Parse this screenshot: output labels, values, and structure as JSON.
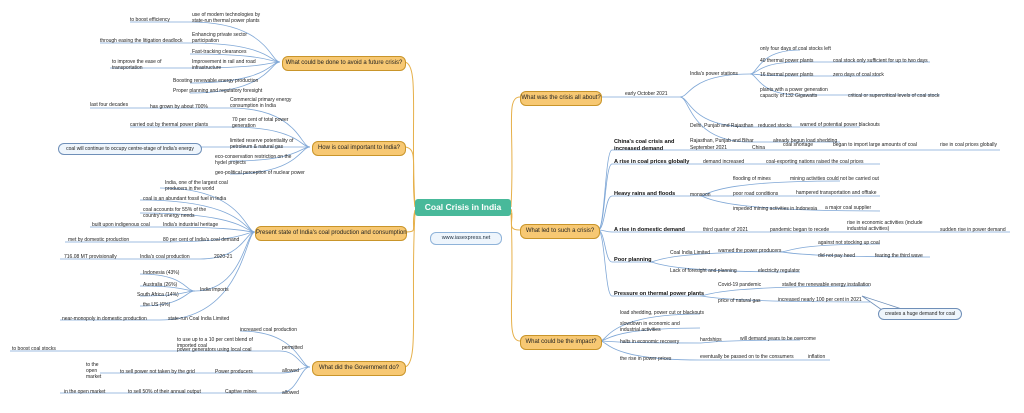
{
  "center_title": "Coal Crisis in India",
  "website": "www.iasexpress.net",
  "topics": {
    "future_crisis": "What could be done to avoid a future crisis?",
    "importance": "How is coal important to India?",
    "present_state": "Present state of India's coal production and consumption",
    "government": "What did the Government do?",
    "crisis": "What was the crisis all about?",
    "causes": "What led to such a crisis?",
    "impact": "What could be the impact?"
  },
  "future": {
    "modern_tech": "use of modern technologies by state-run thermal power plants",
    "efficiency": "to boost efficiency",
    "private_sector": "Enhancing private sector participation",
    "litigation": "through easing the litigation deadlock",
    "fast_track": "Fast-tracking clearances",
    "rail_road": "Improvement in rail and road infrastructure",
    "transportation": "to improve the ease of transportation",
    "renewable": "Boosting renewable energy production",
    "planning": "Proper planning and regulatory foresight"
  },
  "importance": {
    "primary_energy": "Commercial primary energy consumption in India",
    "grown": "has grown by about 700%",
    "four_decades": "last four decades",
    "seventy": "70 per cent of total power generation",
    "thermal": "carried out by thermal power plants",
    "limited": "limited reserve potentiality of petroleum & natural gas",
    "centre_stage": "coal will continue to occupy centre-stage of India's energy",
    "eco": "eco-conservation restriction on the hydel projects",
    "geo": "geo-political perception of nuclear power"
  },
  "present": {
    "largest": "India, one of the largest coal producers in the world",
    "abundant": "coal is an abundant fossil fuel in India",
    "fifty_five": "coal accounts for 55% of the country's energy needs",
    "heritage": "India's industrial heritage",
    "indigenous": "built upon indigenous coal",
    "eighty": "80 per cent of India's coal demand",
    "domestic": "met by domestic production",
    "production": "India's coal production",
    "year": "2020-21",
    "mt": "716.08 MT provisionally",
    "indonesia": "Indonesia (43%)",
    "australia": "Australia (26%)",
    "south_africa": "South Africa (14%)",
    "us": "the US (6%)",
    "imports": "India imports",
    "state_run": "state-run Coal India Limited",
    "monopoly": "near-monopoly in domestic production"
  },
  "government": {
    "increased": "increased coal production",
    "blend": "to use up to a 10 per cent blend of imported coal",
    "permitted": "permitted",
    "generators": "power generators using local coal",
    "boost_stocks": "to boost coal stocks",
    "open_market": "to the open market",
    "sell_power": "to sell power not taken by the grid",
    "allowed": "allowed",
    "producers": "Power producers",
    "fifty_percent": "to sell 50% of their annual output",
    "in_open": "in the open market",
    "allowed2": "allowed",
    "captive": "Captive mines"
  },
  "crisis": {
    "october": "early October 2021",
    "stations": "India's power stations",
    "four_days": "only four days of coal stocks left",
    "forty": "40 thermal power plants",
    "sufficient": "coal stock only sufficient for up to two days",
    "sixteen": "16 thermal power plants",
    "zero": "zero days of coal stock",
    "plants_132": "plants with a power generation capacity of 132 Gigawatts",
    "critical": "critical or supercritical levels of coal stock",
    "delhi": "Delhi, Punjab and Rajasthan",
    "reduced": "reduced stocks",
    "warned": "warned of potential power blackouts",
    "rajasthan": "Rajasthan, Punjab and Bihar",
    "load_shedding": "already begun load shedding"
  },
  "causes": {
    "china_head": "China's coal crisis and increased demand",
    "september": "September 2021",
    "china": "China",
    "shortage": "coal shortage",
    "import": "began to import large amounts of coal",
    "rise_global": "rise in coal prices globally",
    "prices_head": "A rise in coal prices globally",
    "demand_increased": "demand increased",
    "exporting": "coal-exporting nations raised the coal prices",
    "rains_head": "Heavy rains and floods",
    "monsoon": "monsoon",
    "flooding": "flooding of mines",
    "mining": "mining activities could not be carried out",
    "roads": "poor road conditions",
    "hampered": "hampered transportation and offtake",
    "indonesia": "impeded mining activities in Indonesia",
    "major": "a major coal supplier",
    "domestic_head": "A rise in domestic demand",
    "third_quarter": "third quarter of 2021",
    "pandemic": "pandemic began to recede",
    "economic": "rise in economic activities (include industrial activities)",
    "sudden": "sudden rise in power demand",
    "planning_head": "Poor planning",
    "cil": "Coal India Limited",
    "warned_producers": "warned the power producers",
    "against": "against not stocking up coal",
    "did_not": "did not pay heed",
    "fearing": "fearing the third wave",
    "foresight": "Lack of foresight and planning",
    "regulator": "electricity regulator",
    "pressure_head": "Pressure on thermal power plants",
    "covid": "Covid-19 pandemic",
    "stalled": "stalled the renewable energy installation",
    "price_gas": "price of natural gas",
    "gas_increase": "increased nearly 100 per cent in 2021",
    "huge_demand": "creates a huge demand for coal"
  },
  "impact": {
    "load": "load shedding, power cut or blackouts",
    "slowdown": "slowdown in economic and industrial activities",
    "hardships": "hardships",
    "will_demand": "will demand years to be overcome",
    "recovery": "halts in economic recovery",
    "passed": "eventually be passed on to the consumers",
    "inflation": "inflation",
    "rise_prices": "the rise in power prices"
  }
}
